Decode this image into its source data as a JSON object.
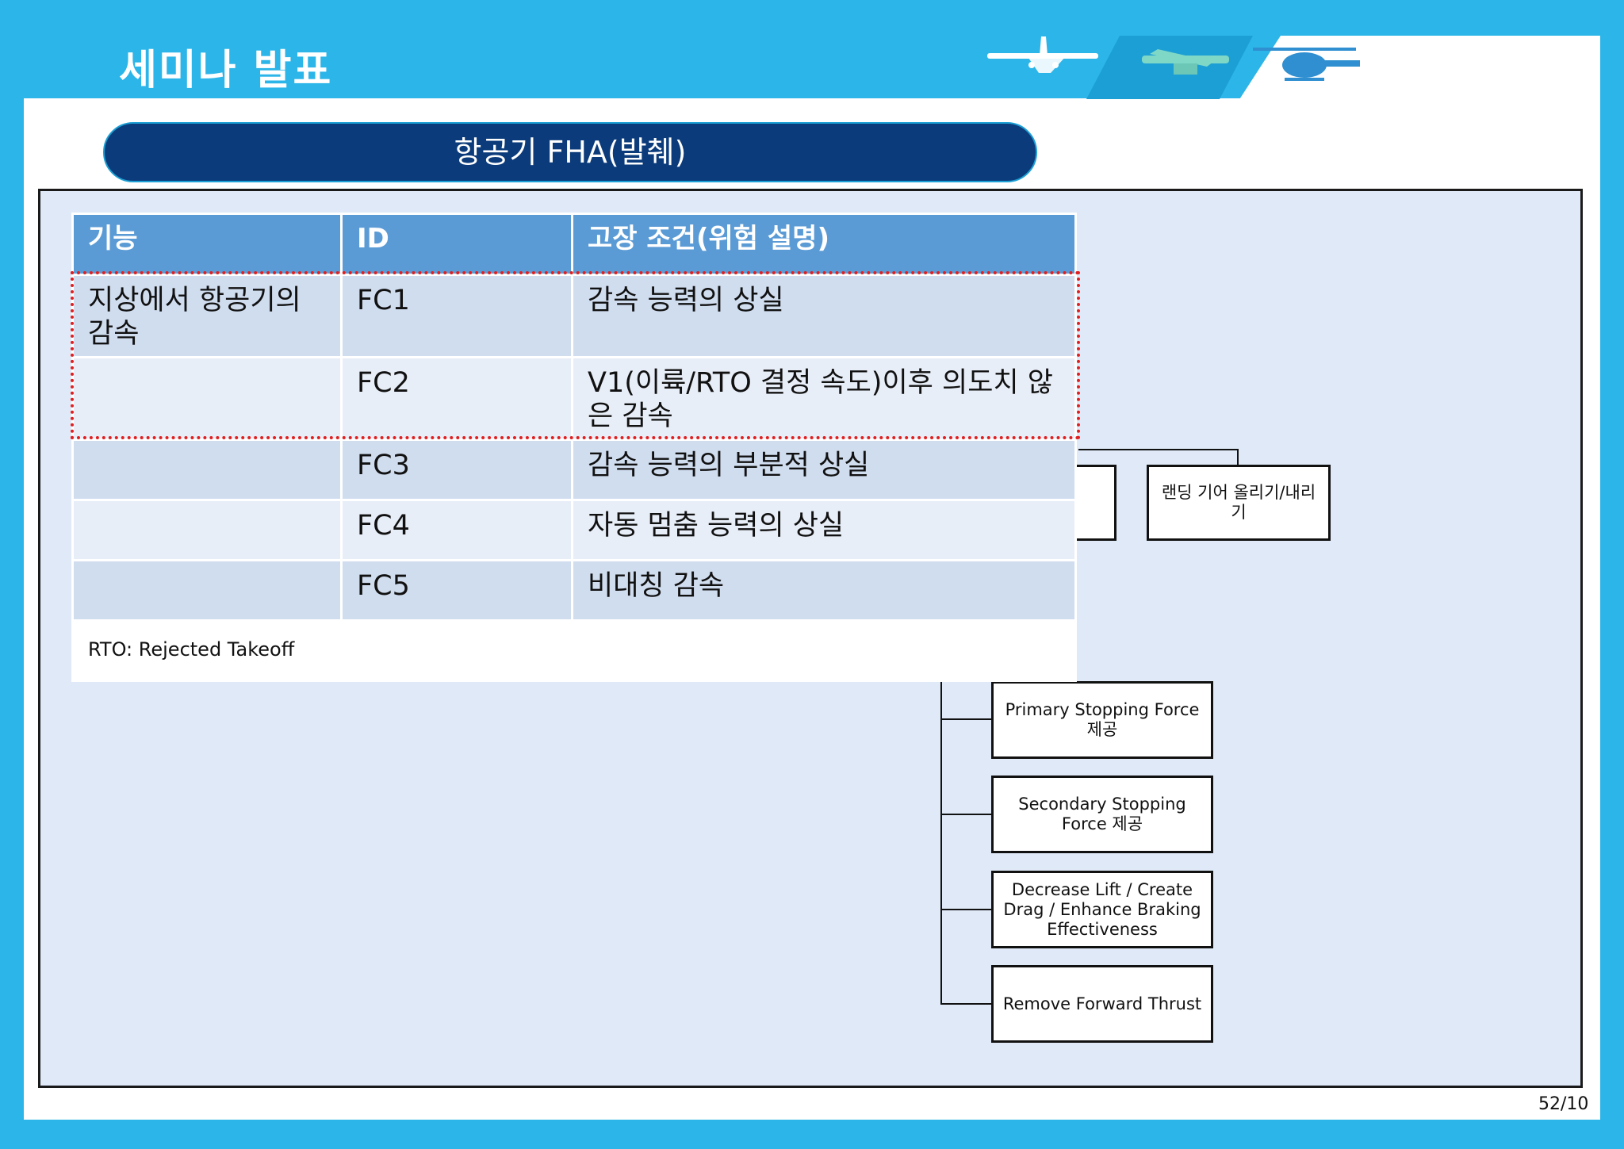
{
  "header": {
    "title": "세미나 발표"
  },
  "banner": {
    "text": "항공기 FHA(발췌)"
  },
  "table": {
    "headers": [
      "기능",
      "ID",
      "고장 조건(위험 설명)"
    ],
    "rows": [
      {
        "function": "지상에서 항공기의 감속",
        "id": "FC1",
        "condition": "감속 능력의 상실"
      },
      {
        "function": "",
        "id": "FC2",
        "condition": "V1(이륙/RTO 결정 속도)이후 의도치 않은 감속"
      },
      {
        "function": "",
        "id": "FC3",
        "condition": "감속 능력의 부분적 상실"
      },
      {
        "function": "",
        "id": "FC4",
        "condition": "자동 멈춤 능력의 상실"
      },
      {
        "function": "",
        "id": "FC5",
        "condition": "비대칭 감속"
      }
    ],
    "note": "RTO: Rejected Takeoff"
  },
  "tree": {
    "landing_gear": "랜딩 기어 올리기/내리기",
    "items": [
      "Primary Stopping Force 제공",
      "Secondary Stopping Force 제공",
      "Decrease Lift / Create Drag / Enhance Braking Effectiveness",
      "Remove Forward Thrust"
    ]
  },
  "footer": {
    "page": "52/10"
  },
  "colors": {
    "header_blue": "#2cb5e8",
    "banner_navy": "#0b3b7a",
    "table_header": "#5b9bd5",
    "highlight_red": "#e02020"
  },
  "icons": [
    "airliner-icon",
    "cargo-plane-icon",
    "helicopter-icon"
  ]
}
